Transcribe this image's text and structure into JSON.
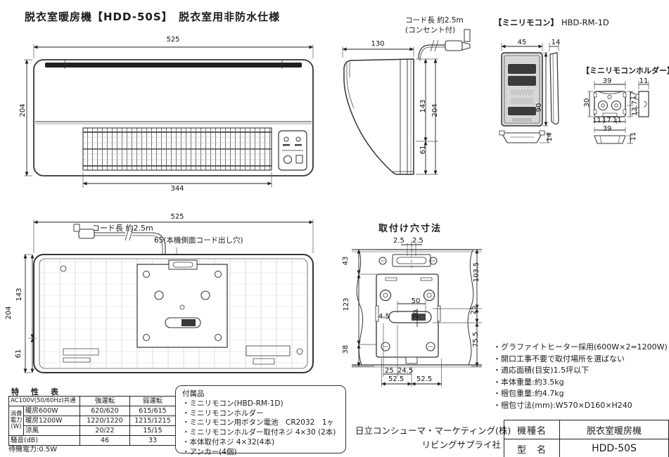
{
  "page": {
    "title": "脱衣室暖房機【HDD-50S】　脱衣室用非防水仕様"
  },
  "front_view": {
    "w": "525",
    "h": "204",
    "g": "344"
  },
  "side_view": {
    "d": "130",
    "cord1": "コード長 約2.5m",
    "cord2": "(コンセント付)",
    "u": "143",
    "t": "204",
    "l": "61"
  },
  "remote": {
    "title": "【ミニリモコン】",
    "model": "HBD-RM-1D",
    "w": "45",
    "d": "14",
    "h": "90",
    "bh": "14"
  },
  "holder": {
    "title": "【ミニリモコンホルダー】",
    "w": "39",
    "h": "30",
    "sw": "11",
    "b1": "11",
    "b2": "17",
    "b3": "11",
    "r1": "17",
    "r2": "13.7",
    "bw": "39",
    "bhh": "11"
  },
  "back_view": {
    "w": "525",
    "cord": "コード長 約2.5m",
    "hole": "65(本機側面コード出し穴)",
    "t": "204",
    "u": "143",
    "l": "61"
  },
  "mounting": {
    "title": "取付け穴寸法",
    "t1": "2.5",
    "t2": "2.5",
    "l1": "43",
    "l2": "123",
    "l3": "38",
    "r1": "103.5",
    "r2": "25",
    "r3": "75.5",
    "c1": "50",
    "c2": "4.5",
    "c3": "20",
    "b1": "25",
    "b2": "24.5",
    "b3": "52.5",
    "b4": "52.5"
  },
  "spec_table": {
    "title": "特　性　表",
    "h0": "AC100V(50/60Hz)共通",
    "h1": "強運転",
    "h2": "弱運転",
    "pw1": "消費",
    "pw2": "電力",
    "pw3": "(W)",
    "rows": [
      {
        "label": "暖房600W",
        "strong": "620/620",
        "weak": "615/615"
      },
      {
        "label": "暖房1200W",
        "strong": "1220/1220",
        "weak": "1215/1215"
      },
      {
        "label": "涼風",
        "strong": "20/22",
        "weak": "15/15"
      }
    ],
    "noise_label": "騒音(dB)",
    "noise_strong": "46",
    "noise_weak": "33",
    "standby": "待機電力:0.5W"
  },
  "accessories": {
    "title": "付属品",
    "items": [
      "・ミニリモコン(HBD-RM-1D)",
      "・ミニリモコンホルダー",
      "・ミニリモコン用ボタン電池　CR2032　1ヶ",
      "・ミニリモコンホルダー取付ネジ 4×30 (2本)",
      "・本体取付ネジ 4×32(4本)",
      "・アンカー(4個)"
    ]
  },
  "features": [
    "・グラファイトヒーター採用(600W×2=1200W)",
    "・開口工事不要で取付場所を選ばない",
    "・適応面積(目安)1.5坪以下",
    "・本体重量:約3.5kg",
    "・梱包重量:約4.7kg",
    "・梱包寸法(mm):W570×D160×H240"
  ],
  "company": {
    "line1": "日立コンシューマ・マーケティング(株)",
    "line2": "リビングサプライ社"
  },
  "model_table": {
    "rows": [
      {
        "label": "機種名",
        "value": "脱衣室暖房機"
      },
      {
        "label": "型　名",
        "value": "HDD-50S"
      }
    ]
  }
}
